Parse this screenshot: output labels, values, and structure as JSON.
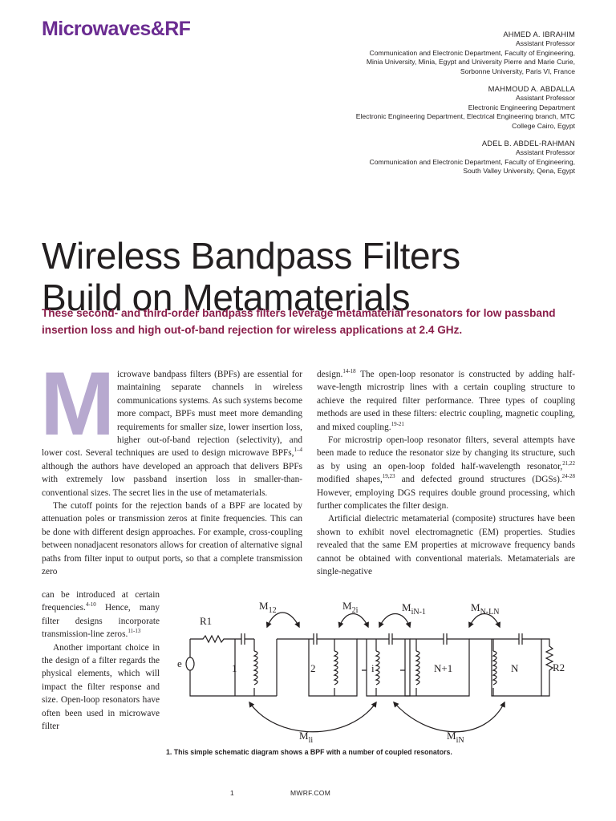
{
  "header": {
    "logo": "Microwaves&RF"
  },
  "authors": [
    {
      "name": "AHMED A. IBRAHIM",
      "lines": [
        "Assistant Professor",
        "Communication and Electronic Department, Faculty of Engineering,",
        "Minia University, Minia, Egypt and University Pierre and Marie Curie,",
        "Sorbonne University, Paris VI, France"
      ]
    },
    {
      "name": "MAHMOUD A. ABDALLA",
      "lines": [
        "Assistant Professor",
        "Electronic Engineering Department",
        "Electronic Engineering Department, Electrical Engineering branch, MTC",
        "College Cairo, Egypt"
      ]
    },
    {
      "name": "ADEL B. ABDEL-RAHMAN",
      "lines": [
        "Assistant Professor",
        "Communication and Electronic Department, Faculty of Engineering,",
        "South Valley University, Qena, Egypt"
      ]
    }
  ],
  "article": {
    "title_line1": "Wireless Bandpass Filters",
    "title_line2": "Build on Metamaterials",
    "deck": "These second- and third-order bandpass filters leverage metamaterial resonators for low passband insertion loss and high out-of-band rejection for wireless applications at 2.4 GHz.",
    "dropcap": "M",
    "col1_p1_a": "icrowave bandpass filters (BPFs) are essential for maintaining separate channels in wireless communications systems. As such systems become more compact, BPFs must meet more demanding requirements for smaller size, lower insertion loss, higher out-of-band rejection (selectivity), and lower cost. Several techniques are used to design microwave BPFs,",
    "col1_p1_ref": "1–4",
    "col1_p1_b": " although the authors have developed an approach that delivers BPFs with extremely low passband insertion loss in smaller-than-conventional sizes. The secret lies in the use of metamaterials.",
    "col1_p2": "The cutoff points for the rejection bands of a BPF are located by attenuation poles or transmission zeros at finite frequencies. This can be done with different design approaches. For example, cross-coupling between nonadjacent resonators allows for creation of alternative signal paths from filter input to output ports, so that a complete transmission zero",
    "col1_n1": "can be introduced at certain frequencies.",
    "col1_n1_ref": "4-10",
    "col1_n2": " Hence, many filter designs incorporate transmission-line zeros.",
    "col1_n2_ref": "11-13",
    "col1_n3": "Another important choice in the design of a filter regards the physical elements, which will impact the filter response and size. Open-loop resonators have often been used in microwave filter",
    "col2_p1_a": "design.",
    "col2_p1_ref1": "14-18",
    "col2_p1_b": " The open-loop resonator is constructed by adding half-wave-length microstrip lines with a certain coupling structure to achieve the required filter performance. Three types of coupling methods are used in these filters: electric coupling, magnetic coupling, and mixed coupling.",
    "col2_p1_ref2": "19-21",
    "col2_p2_a": "For microstrip open-loop resonator filters, several attempts have been made to reduce the resonator size by changing its structure, such as by using an open-loop folded half-wavelength resonator,",
    "col2_p2_ref1": "21,22",
    "col2_p2_b": " modified shapes,",
    "col2_p2_ref2": "19,23",
    "col2_p2_c": " and defected ground structures (DGSs).",
    "col2_p2_ref3": "24-28",
    "col2_p2_d": " However, employing DGS requires double ground processing, which further complicates the filter design.",
    "col2_p3": "Artificial dielectric metamaterial (composite) structures have been shown to exhibit novel electromagnetic (EM) properties. Studies revealed that the same EM properties at microwave frequency bands cannot be obtained with conventional materials. Metamaterials are single-negative"
  },
  "figure": {
    "caption": "1. This simple schematic diagram shows a BPF with a number of coupled resonators.",
    "labels": {
      "r1": "R1",
      "r2": "R2",
      "source": "e",
      "n1": "1",
      "n2": "2",
      "ni": "i",
      "nn1": "N+1",
      "nn": "N",
      "m12_main": "M",
      "m12_sub": "12",
      "m2i_main": "M",
      "m2i_sub": "2i",
      "min1_main": "M",
      "min1_sub": "iN-1",
      "mnln_main": "M",
      "mnln_sub": "N-LN",
      "mli_main": "M",
      "mli_sub": "li",
      "min_main": "M",
      "min_sub": "iN"
    }
  },
  "footer": {
    "page_number": "1",
    "site": "MWRF.COM"
  }
}
